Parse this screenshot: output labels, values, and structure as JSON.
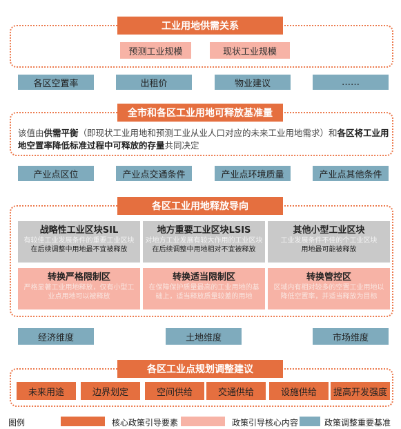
{
  "section1": {
    "title": "工业用地供需关系",
    "items": [
      "预测工业规模",
      "现状工业规模"
    ]
  },
  "basis_row1": [
    "各区空置率",
    "出租价",
    "物业建议",
    "……"
  ],
  "section2": {
    "title": "全市和各区工业用地可释放基准量",
    "desc_parts": [
      {
        "text": "该值由",
        "bold": false
      },
      {
        "text": "供需平衡",
        "bold": true
      },
      {
        "text": "（即现状工业用地和预测工业从业人口对应的未来工业用地需求）和",
        "bold": false
      },
      {
        "text": "各区将工业用地空置率降低标准过程中可释放的存量",
        "bold": true
      },
      {
        "text": "共同决定",
        "bold": false
      }
    ]
  },
  "basis_row2": [
    "产业点区位",
    "产业点交通条件",
    "产业点环境质量",
    "产业点其他条件"
  ],
  "section3": {
    "title": "各区工业用地释放导向",
    "grey_cards": [
      {
        "title": "战略性工业区块SIL",
        "sub": "有较佳工业发展条件的重要工业区块",
        "note": "在后续调整中用地最不宜被释放"
      },
      {
        "title": "地方重要工业区块LSIS",
        "sub": "对地方工业发展有较大作用的工业区块",
        "note": "在后续调整中用地相对不宜被释放"
      },
      {
        "title": "其他小型工业区块",
        "sub": "工业发展条件不佳的个工业区块",
        "note": "用地最可能被释放"
      }
    ],
    "pink_cards": [
      {
        "title": "转换严格限制区",
        "sub": "严格显著工业用地释放，仅有小型工业点用地可以被释放"
      },
      {
        "title": "转换适当限制区",
        "sub": "在保障保护质量最高的工业用地的基础上，适当释放质量较差的用地"
      },
      {
        "title": "转换管控区",
        "sub": "区域内有相对较多的空置工业用地以降低空置率，并适当释放为目标"
      }
    ]
  },
  "basis_row3": [
    "经济维度",
    "土地维度",
    "市场维度"
  ],
  "section4": {
    "title": "各区工业点规划调整建议",
    "items": [
      "未来用途",
      "边界划定",
      "空间供给",
      "交通供给",
      "设施供给",
      "提高开发强度"
    ]
  },
  "legend": {
    "label": "图例",
    "items": [
      {
        "text": "核心政策引导要素",
        "color": "#e56f3f"
      },
      {
        "text": "政策引导核心内容",
        "color": "#f7b3a6"
      },
      {
        "text": "政策调整重要基准",
        "color": "#7fabbd"
      }
    ]
  }
}
